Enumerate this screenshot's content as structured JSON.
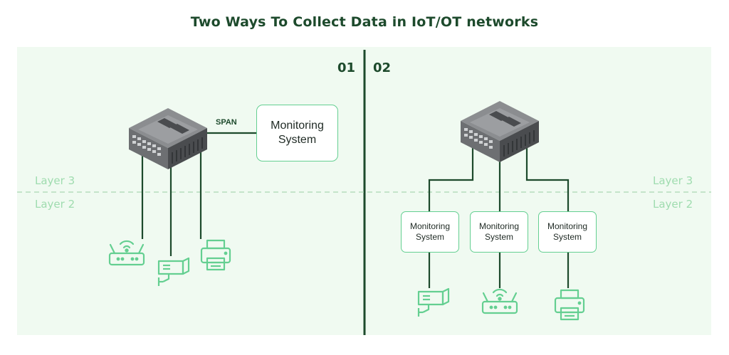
{
  "title": "Two Ways To Collect Data in IoT/OT networks",
  "sections": {
    "left_number": "01",
    "right_number": "02"
  },
  "layers": {
    "layer3": "Layer 3",
    "layer2": "Layer 2"
  },
  "span_label": "SPAN",
  "monitoring": {
    "main": "Monitoring\nSystem",
    "box1": "Monitoring\nSystem",
    "box2": "Monitoring\nSystem",
    "box3": "Monitoring\nSystem"
  },
  "icons": {
    "switch": "network-switch-icon",
    "router": "wifi-router-icon",
    "camera": "security-camera-icon",
    "printer": "printer-icon"
  },
  "colors": {
    "title": "#1d4a2c",
    "panel": "#f0faf1",
    "accent": "#64cf91",
    "layer_text": "#9fdcaf",
    "line": "#1d4a2c"
  }
}
